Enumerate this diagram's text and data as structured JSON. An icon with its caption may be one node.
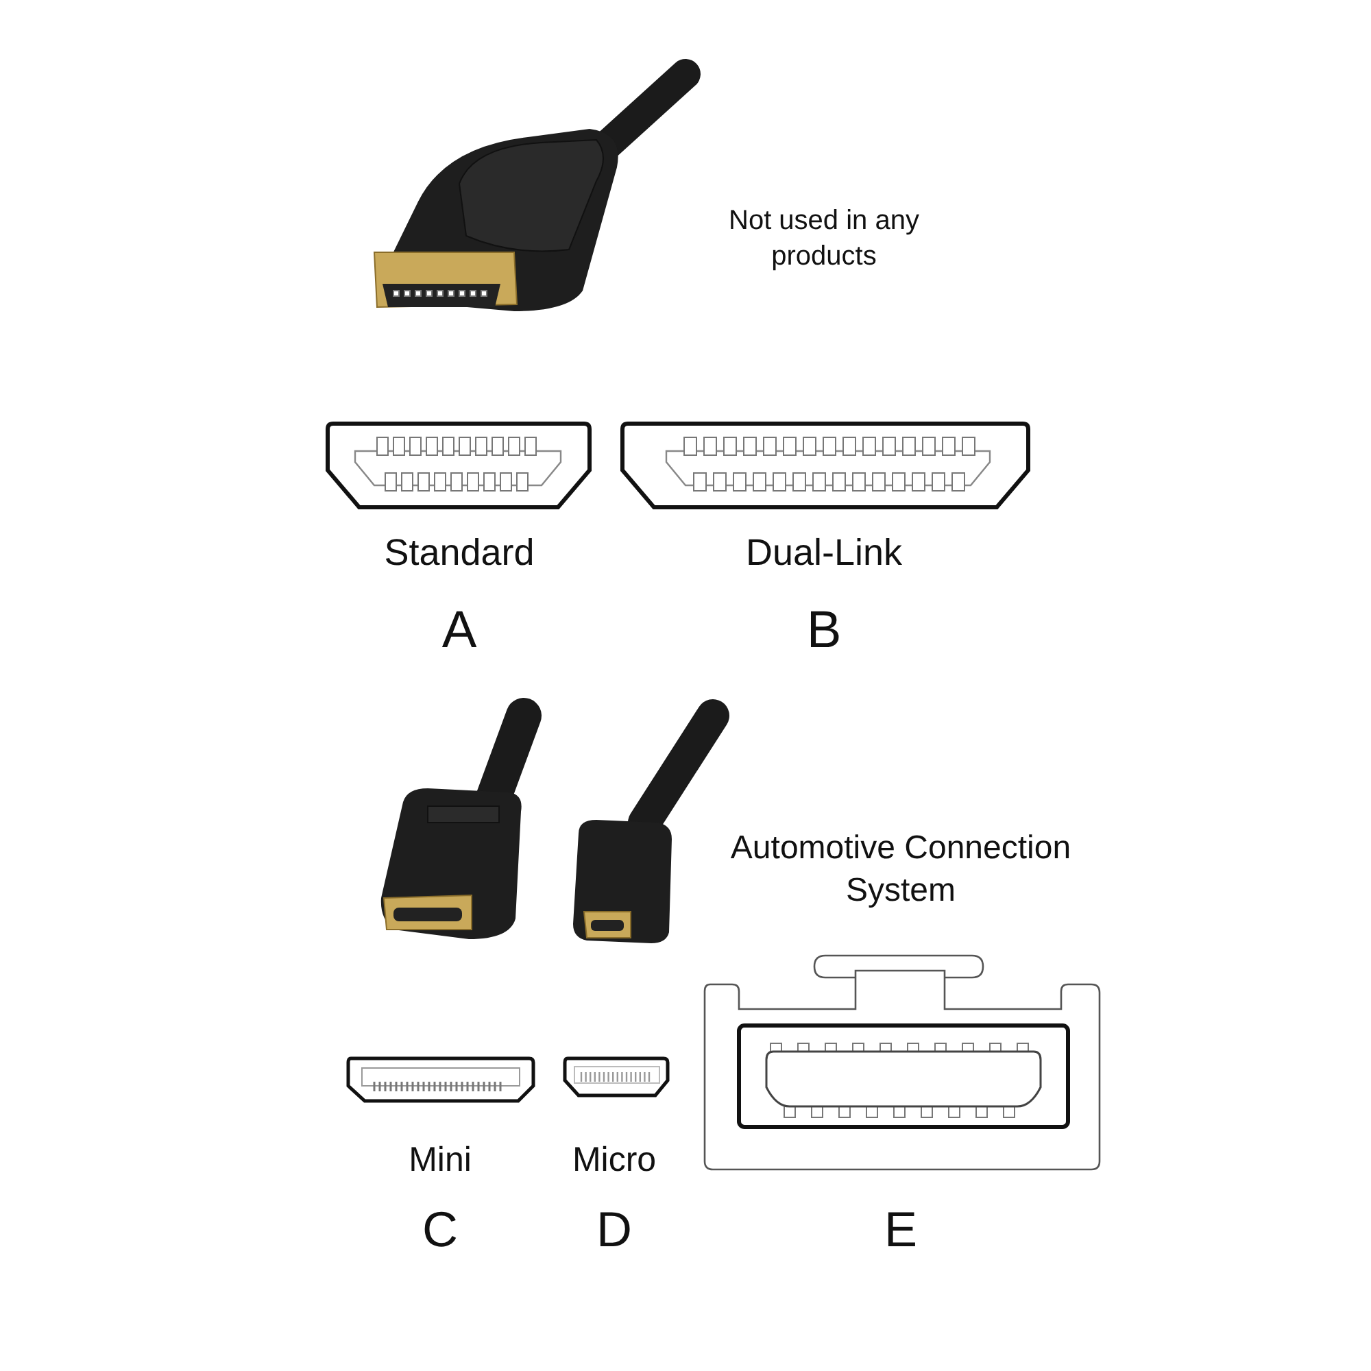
{
  "diagram": {
    "labels": [
      "Not used in any products",
      "Standard",
      "Dual-Link",
      "A",
      "B",
      "Automotive Connection System",
      "Mini",
      "Micro",
      "C",
      "D",
      "E"
    ]
  }
}
